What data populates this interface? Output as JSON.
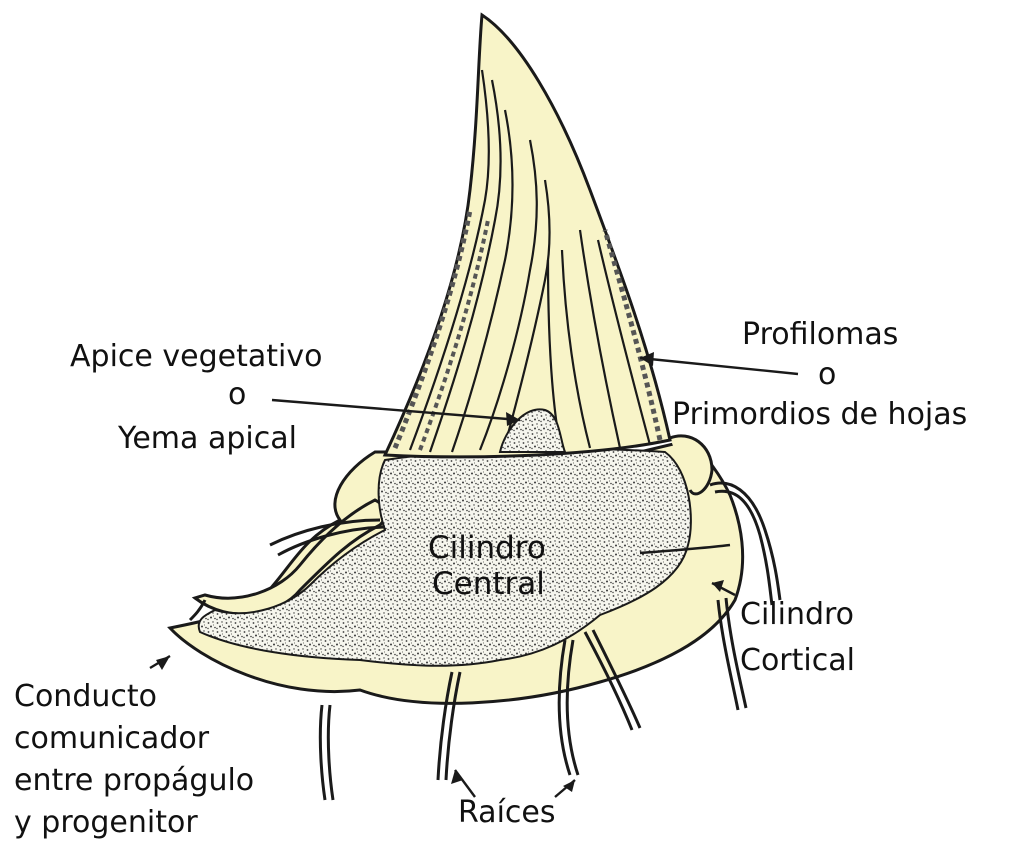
{
  "labels": {
    "apice": [
      "Apice vegetativo",
      "o",
      "Yema apical"
    ],
    "profilomas": [
      "Profilomas",
      "o",
      "Primordios de hojas"
    ],
    "cilindro_central": [
      "Cilindro",
      "Central"
    ],
    "cilindro_cortical": [
      "Cilindro",
      "Cortical"
    ],
    "conducto": [
      "Conducto",
      "comunicador",
      "entre propágulo",
      "y progenitor"
    ],
    "raices": "Raíces"
  },
  "colors": {
    "tissue_fill": "#f8f4c8",
    "outline": "#1a1a1a",
    "stipple": "#3a3a3a",
    "background": "#ffffff"
  }
}
